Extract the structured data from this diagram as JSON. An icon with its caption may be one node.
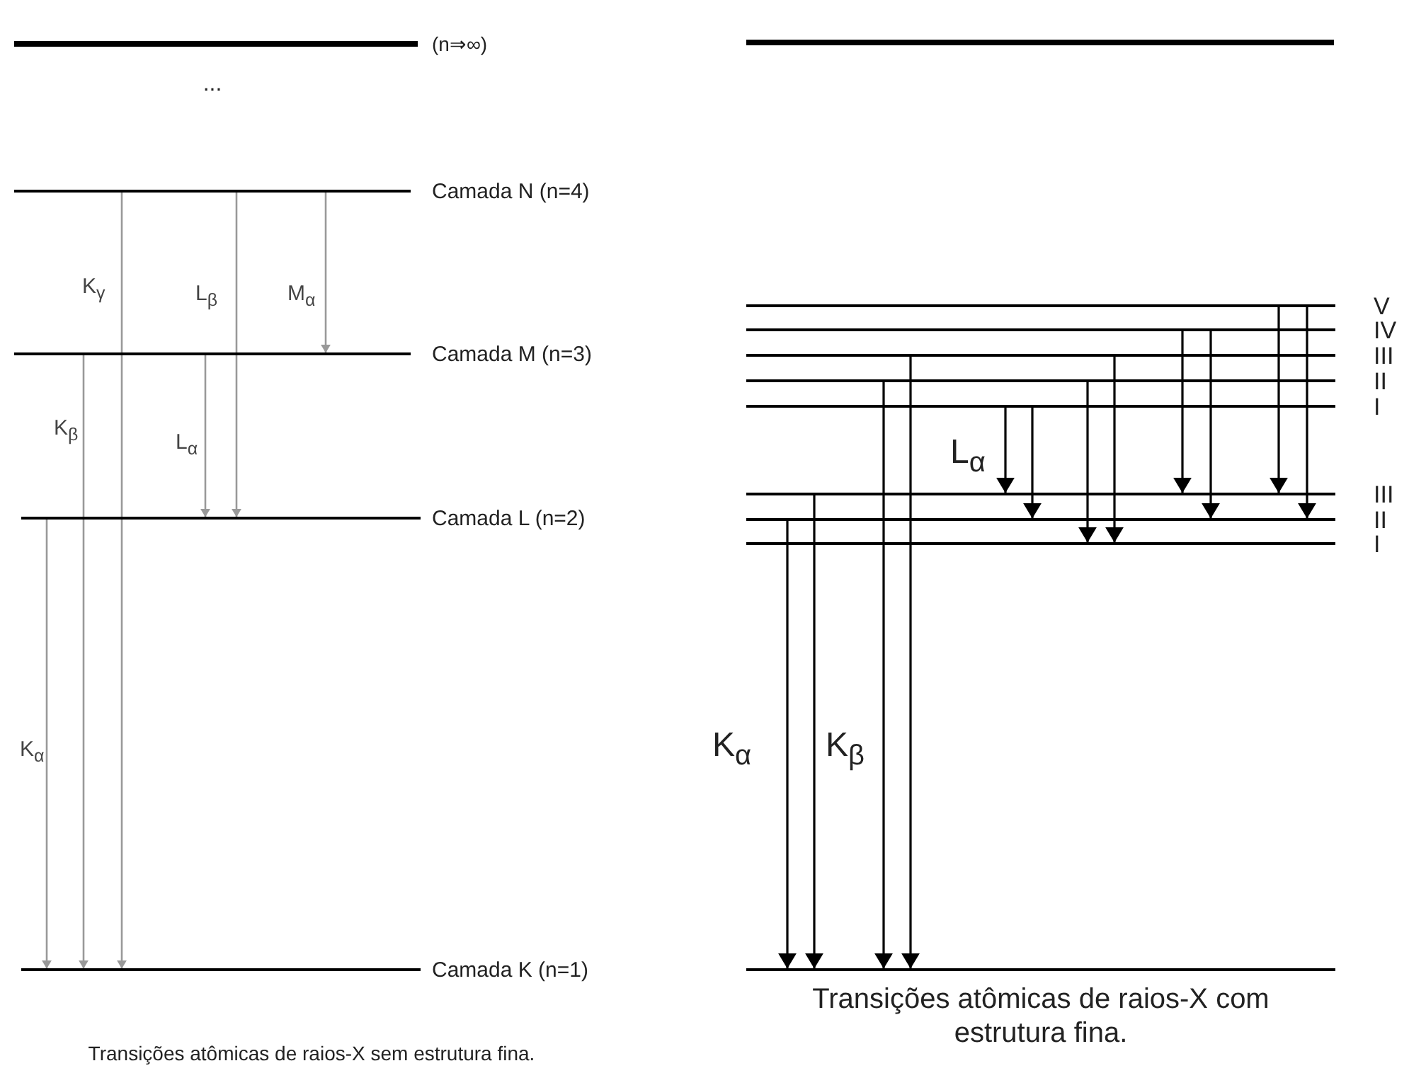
{
  "diagram": {
    "nodes": [
      {
        "text": [
          "(n⇒∞)"
        ]
      },
      {
        "text": [],
        "shape": "bar"
      },
      {
        "text": [
          "Camada N (n=4)"
        ]
      },
      {
        "text": [
          "Camada M (n=3)"
        ]
      },
      {
        "text": [
          "Camada L (n=2)"
        ]
      },
      {
        "text": [
          "Camada K (n=1)"
        ]
      },
      {
        "text": [
          "V"
        ]
      },
      {
        "text": [
          "IV"
        ]
      },
      {
        "text": [
          "III"
        ]
      },
      {
        "text": [
          "II"
        ]
      },
      {
        "text": [
          "I"
        ]
      },
      {
        "text": [
          "III"
        ]
      },
      {
        "text": [
          "II"
        ]
      },
      {
        "text": [
          "I"
        ]
      },
      {
        "text": [],
        "shape": "bar"
      }
    ],
    "edges": [
      {
        "from": 2,
        "to": 5,
        "arrow": "to",
        "label": "K$_{γ}$",
        "color": "#999999"
      },
      {
        "from": 2,
        "to": 4,
        "arrow": "to",
        "label": "L$_{β}$",
        "color": "#999999"
      },
      {
        "from": 2,
        "to": 3,
        "arrow": "to",
        "label": "M$_{α}$",
        "color": "#999999"
      },
      {
        "from": 3,
        "to": 5,
        "arrow": "to",
        "label": "K$_{β}$",
        "color": "#999999"
      },
      {
        "from": 3,
        "to": 4,
        "arrow": "to",
        "label": "L$_{α}$",
        "color": "#999999"
      },
      {
        "from": 4,
        "to": 5,
        "arrow": "to",
        "label": "K$_{α}$",
        "color": "#999999"
      },
      {
        "from": 12,
        "to": 14,
        "arrow": "to",
        "label": "K$_{α}$"
      },
      {
        "from": 11,
        "to": 14,
        "arrow": "to"
      },
      {
        "from": 9,
        "to": 14,
        "arrow": "to",
        "label": "K$_{β}$"
      },
      {
        "from": 8,
        "to": 14,
        "arrow": "to"
      },
      {
        "from": 10,
        "to": 11,
        "arrow": "to",
        "label": "L$_{α}$"
      },
      {
        "from": 10,
        "to": 12,
        "arrow": "to"
      },
      {
        "from": 9,
        "to": 13,
        "arrow": "to"
      },
      {
        "from": 8,
        "to": 13,
        "arrow": "to"
      },
      {
        "from": 7,
        "to": 11,
        "arrow": "to"
      },
      {
        "from": 7,
        "to": 12,
        "arrow": "to"
      },
      {
        "from": 6,
        "to": 11,
        "arrow": "to"
      },
      {
        "from": 6,
        "to": 12,
        "arrow": "to"
      }
    ],
    "labels": [
      "...",
      "Transições atômicas de raios-X com estrutura fina.",
      "Transições atômicas de raios-X sem estrutura fina."
    ]
  }
}
